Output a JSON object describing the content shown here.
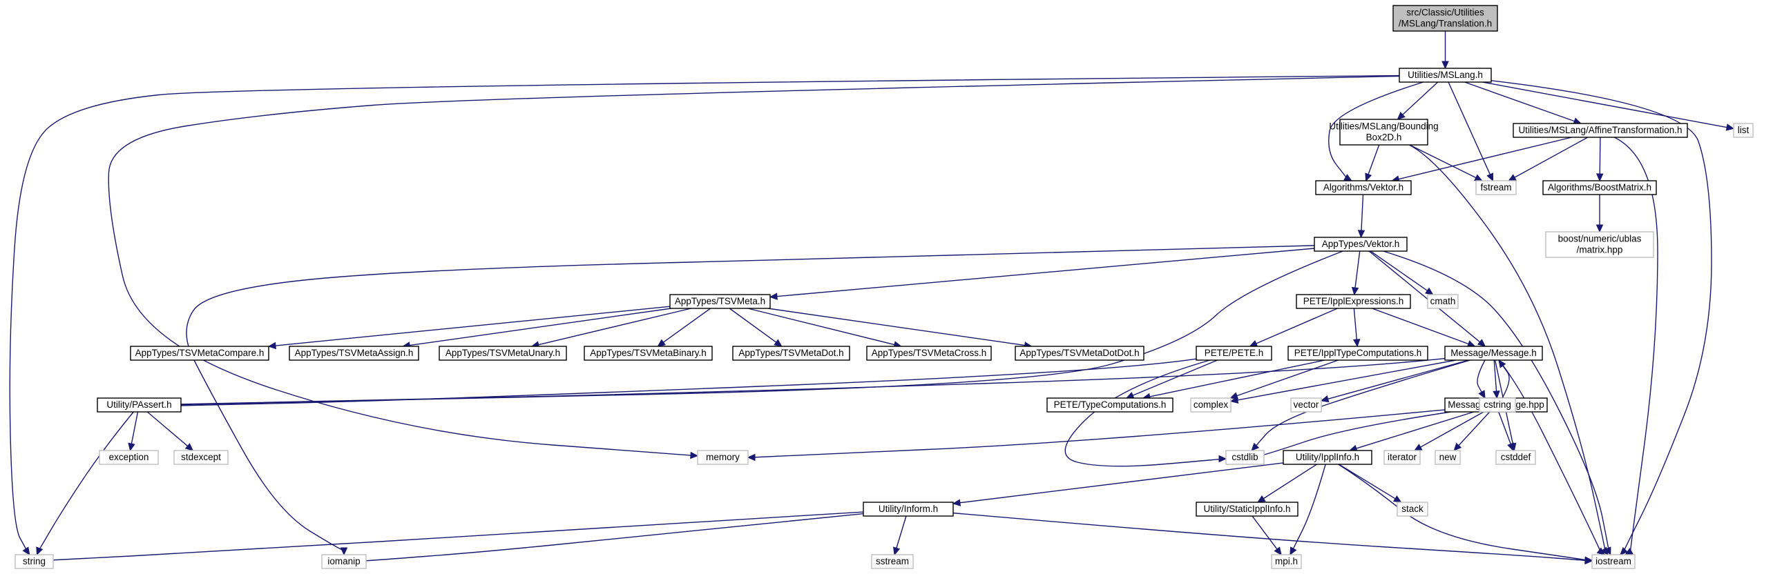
{
  "diagram": {
    "type": "include-dependency-graph",
    "colors": {
      "edge": "#191970",
      "root_fill": "#bfbfbf",
      "node_border": "#000000",
      "system_border": "#bfbfbf"
    },
    "nodes": [
      {
        "id": "root",
        "kind": "root",
        "lines": [
          "src/Classic/Utilities",
          "/MSLang/Translation.h"
        ]
      },
      {
        "id": "mslang",
        "kind": "local",
        "lines": [
          "Utilities/MSLang.h"
        ]
      },
      {
        "id": "list",
        "kind": "system",
        "lines": [
          "list"
        ]
      },
      {
        "id": "bbox",
        "kind": "local",
        "lines": [
          "Utilities/MSLang/Bounding",
          "Box2D.h"
        ]
      },
      {
        "id": "affine",
        "kind": "local",
        "lines": [
          "Utilities/MSLang/AffineTransformation.h"
        ]
      },
      {
        "id": "algvektor",
        "kind": "local",
        "lines": [
          "Algorithms/Vektor.h"
        ]
      },
      {
        "id": "fstream",
        "kind": "system",
        "lines": [
          "fstream"
        ]
      },
      {
        "id": "boostmatrix",
        "kind": "local",
        "lines": [
          "Algorithms/BoostMatrix.h"
        ]
      },
      {
        "id": "ublas",
        "kind": "system",
        "lines": [
          "boost/numeric/ublas",
          "/matrix.hpp"
        ]
      },
      {
        "id": "appvektor",
        "kind": "local",
        "lines": [
          "AppTypes/Vektor.h"
        ]
      },
      {
        "id": "tsvmeta",
        "kind": "local",
        "lines": [
          "AppTypes/TSVMeta.h"
        ]
      },
      {
        "id": "ipplexpr",
        "kind": "local",
        "lines": [
          "PETE/IpplExpressions.h"
        ]
      },
      {
        "id": "cmath",
        "kind": "system",
        "lines": [
          "cmath"
        ]
      },
      {
        "id": "tsvcompare",
        "kind": "local",
        "lines": [
          "AppTypes/TSVMetaCompare.h"
        ]
      },
      {
        "id": "tsvassign",
        "kind": "local",
        "lines": [
          "AppTypes/TSVMetaAssign.h"
        ]
      },
      {
        "id": "tsvunary",
        "kind": "local",
        "lines": [
          "AppTypes/TSVMetaUnary.h"
        ]
      },
      {
        "id": "tsvbinary",
        "kind": "local",
        "lines": [
          "AppTypes/TSVMetaBinary.h"
        ]
      },
      {
        "id": "tsvdot",
        "kind": "local",
        "lines": [
          "AppTypes/TSVMetaDot.h"
        ]
      },
      {
        "id": "tsvcross",
        "kind": "local",
        "lines": [
          "AppTypes/TSVMetaCross.h"
        ]
      },
      {
        "id": "tsvdotdot",
        "kind": "local",
        "lines": [
          "AppTypes/TSVMetaDotDot.h"
        ]
      },
      {
        "id": "pete",
        "kind": "local",
        "lines": [
          "PETE/PETE.h"
        ]
      },
      {
        "id": "ippltypecomp",
        "kind": "local",
        "lines": [
          "PETE/IpplTypeComputations.h"
        ]
      },
      {
        "id": "message",
        "kind": "local",
        "lines": [
          "Message/Message.h"
        ]
      },
      {
        "id": "passert",
        "kind": "local",
        "lines": [
          "Utility/PAssert.h"
        ]
      },
      {
        "id": "typecomp",
        "kind": "local",
        "lines": [
          "PETE/TypeComputations.h"
        ]
      },
      {
        "id": "complex",
        "kind": "system",
        "lines": [
          "complex"
        ]
      },
      {
        "id": "vector",
        "kind": "system",
        "lines": [
          "vector"
        ]
      },
      {
        "id": "messagehpp",
        "kind": "local",
        "lines": [
          "Message/Message.hpp"
        ]
      },
      {
        "id": "cstring",
        "kind": "system",
        "lines": [
          "cstring"
        ]
      },
      {
        "id": "exception",
        "kind": "system",
        "lines": [
          "exception"
        ]
      },
      {
        "id": "stdexcept",
        "kind": "system",
        "lines": [
          "stdexcept"
        ]
      },
      {
        "id": "memory",
        "kind": "system",
        "lines": [
          "memory"
        ]
      },
      {
        "id": "cstdlib",
        "kind": "system",
        "lines": [
          "cstdlib"
        ]
      },
      {
        "id": "ipplinfo",
        "kind": "local",
        "lines": [
          "Utility/IpplInfo.h"
        ]
      },
      {
        "id": "iterator",
        "kind": "system",
        "lines": [
          "iterator"
        ]
      },
      {
        "id": "new",
        "kind": "system",
        "lines": [
          "new"
        ]
      },
      {
        "id": "cstddef",
        "kind": "system",
        "lines": [
          "cstddef"
        ]
      },
      {
        "id": "inform",
        "kind": "local",
        "lines": [
          "Utility/Inform.h"
        ]
      },
      {
        "id": "staticippl",
        "kind": "local",
        "lines": [
          "Utility/StaticIpplInfo.h"
        ]
      },
      {
        "id": "stack",
        "kind": "system",
        "lines": [
          "stack"
        ]
      },
      {
        "id": "string",
        "kind": "system",
        "lines": [
          "string"
        ]
      },
      {
        "id": "iomanip",
        "kind": "system",
        "lines": [
          "iomanip"
        ]
      },
      {
        "id": "sstream",
        "kind": "system",
        "lines": [
          "sstream"
        ]
      },
      {
        "id": "mpih",
        "kind": "system",
        "lines": [
          "mpi.h"
        ]
      },
      {
        "id": "iostream",
        "kind": "system",
        "lines": [
          "iostream"
        ]
      }
    ],
    "edges": [
      [
        "root",
        "mslang"
      ],
      [
        "mslang",
        "list"
      ],
      [
        "mslang",
        "bbox"
      ],
      [
        "mslang",
        "affine"
      ],
      [
        "mslang",
        "algvektor"
      ],
      [
        "mslang",
        "fstream"
      ],
      [
        "mslang",
        "iostream"
      ],
      [
        "mslang",
        "string"
      ],
      [
        "mslang",
        "memory"
      ],
      [
        "bbox",
        "algvektor"
      ],
      [
        "bbox",
        "fstream"
      ],
      [
        "bbox",
        "iostream"
      ],
      [
        "affine",
        "algvektor"
      ],
      [
        "affine",
        "fstream"
      ],
      [
        "affine",
        "boostmatrix"
      ],
      [
        "affine",
        "iostream"
      ],
      [
        "boostmatrix",
        "ublas"
      ],
      [
        "algvektor",
        "appvektor"
      ],
      [
        "appvektor",
        "tsvmeta"
      ],
      [
        "appvektor",
        "ipplexpr"
      ],
      [
        "appvektor",
        "cmath"
      ],
      [
        "appvektor",
        "message"
      ],
      [
        "appvektor",
        "iostream"
      ],
      [
        "appvektor",
        "passert"
      ],
      [
        "appvektor",
        "iomanip"
      ],
      [
        "tsvmeta",
        "tsvcompare"
      ],
      [
        "tsvmeta",
        "tsvassign"
      ],
      [
        "tsvmeta",
        "tsvunary"
      ],
      [
        "tsvmeta",
        "tsvbinary"
      ],
      [
        "tsvmeta",
        "tsvdot"
      ],
      [
        "tsvmeta",
        "tsvcross"
      ],
      [
        "tsvmeta",
        "tsvdotdot"
      ],
      [
        "ipplexpr",
        "pete"
      ],
      [
        "ipplexpr",
        "ippltypecomp"
      ],
      [
        "ipplexpr",
        "message"
      ],
      [
        "pete",
        "passert"
      ],
      [
        "pete",
        "typecomp"
      ],
      [
        "pete",
        "cstdlib"
      ],
      [
        "ippltypecomp",
        "typecomp"
      ],
      [
        "ippltypecomp",
        "complex"
      ],
      [
        "message",
        "messagehpp"
      ],
      [
        "message",
        "passert"
      ],
      [
        "message",
        "complex"
      ],
      [
        "message",
        "vector"
      ],
      [
        "message",
        "cstring"
      ],
      [
        "message",
        "cstdlib"
      ],
      [
        "message",
        "cstddef"
      ],
      [
        "message",
        "iostream"
      ],
      [
        "messagehpp",
        "message"
      ],
      [
        "messagehpp",
        "cstdlib"
      ],
      [
        "messagehpp",
        "memory"
      ],
      [
        "messagehpp",
        "ipplinfo"
      ],
      [
        "messagehpp",
        "iterator"
      ],
      [
        "messagehpp",
        "new"
      ],
      [
        "messagehpp",
        "cstddef"
      ],
      [
        "passert",
        "exception"
      ],
      [
        "passert",
        "stdexcept"
      ],
      [
        "passert",
        "string"
      ],
      [
        "ipplinfo",
        "inform"
      ],
      [
        "ipplinfo",
        "staticippl"
      ],
      [
        "ipplinfo",
        "stack"
      ],
      [
        "ipplinfo",
        "mpih"
      ],
      [
        "ipplinfo",
        "iostream"
      ],
      [
        "inform",
        "string"
      ],
      [
        "inform",
        "iomanip"
      ],
      [
        "inform",
        "sstream"
      ],
      [
        "inform",
        "iostream"
      ],
      [
        "staticippl",
        "mpih"
      ]
    ]
  }
}
